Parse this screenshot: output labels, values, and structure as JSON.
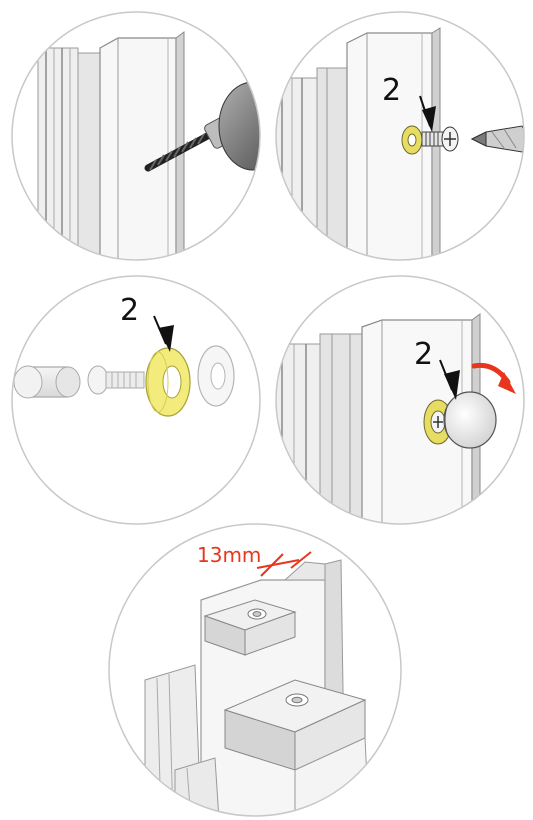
{
  "steps": [
    {
      "id": "drill",
      "label": ""
    },
    {
      "id": "screw",
      "label": "2"
    },
    {
      "id": "exploded",
      "label": "2"
    },
    {
      "id": "cap",
      "label": "2"
    }
  ],
  "measure": {
    "label": "13mm"
  },
  "colors": {
    "outline": "#c8c8c8",
    "profile_light": "#f4f4f4",
    "profile_mid": "#dcdcdc",
    "profile_dark": "#9a9a9a",
    "washer_yellow": "#f2ec7a",
    "annotation_red": "#e8361e",
    "arrow_black": "#111111"
  },
  "icons": [
    "drill-bit-icon",
    "screw-icon",
    "screwdriver-icon",
    "washer-icon",
    "cap-icon",
    "rotate-arrow-icon"
  ]
}
